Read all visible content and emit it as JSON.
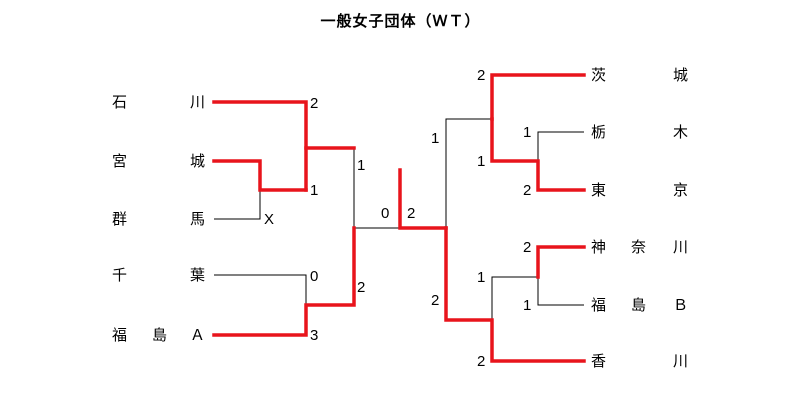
{
  "title": "一般女子団体（ＷＴ）",
  "teams": {
    "left": [
      {
        "chars": [
          "石",
          "",
          "川"
        ]
      },
      {
        "chars": [
          "宮",
          "",
          "城"
        ]
      },
      {
        "chars": [
          "群",
          "",
          "馬"
        ]
      },
      {
        "chars": [
          "千",
          "",
          "葉"
        ]
      },
      {
        "chars": [
          "福",
          "島",
          "Ａ"
        ]
      }
    ],
    "right": [
      {
        "chars": [
          "茨",
          "",
          "城"
        ]
      },
      {
        "chars": [
          "栃",
          "",
          "木"
        ]
      },
      {
        "chars": [
          "東",
          "",
          "京"
        ]
      },
      {
        "chars": [
          "神",
          "奈",
          "川"
        ]
      },
      {
        "chars": [
          "福",
          "島",
          "Ｂ"
        ]
      },
      {
        "chars": [
          "香",
          "",
          "川"
        ]
      }
    ]
  },
  "scores": {
    "ishikawa_r1": "2",
    "miyagi_r1": "1",
    "gunma_r0": "X",
    "chiba_r1": "0",
    "fukushimaA_r1": "3",
    "left_upper_semi": "1",
    "left_lower_semi": "2",
    "final_left": "0",
    "final_right": "2",
    "right_upper_semi": "1",
    "right_lower_semi": "2",
    "ibaraki_r1": "2",
    "tochigi_r0": "1",
    "tokyo_r0": "2",
    "tochigi_tokyo_winner": "1",
    "kanagawa_r0": "2",
    "fukushimaB_r0": "1",
    "kanagawa_fb_winner": "1",
    "kagawa_r1": "2"
  },
  "colors": {
    "win": "#e8141c",
    "lose": "#000000"
  }
}
